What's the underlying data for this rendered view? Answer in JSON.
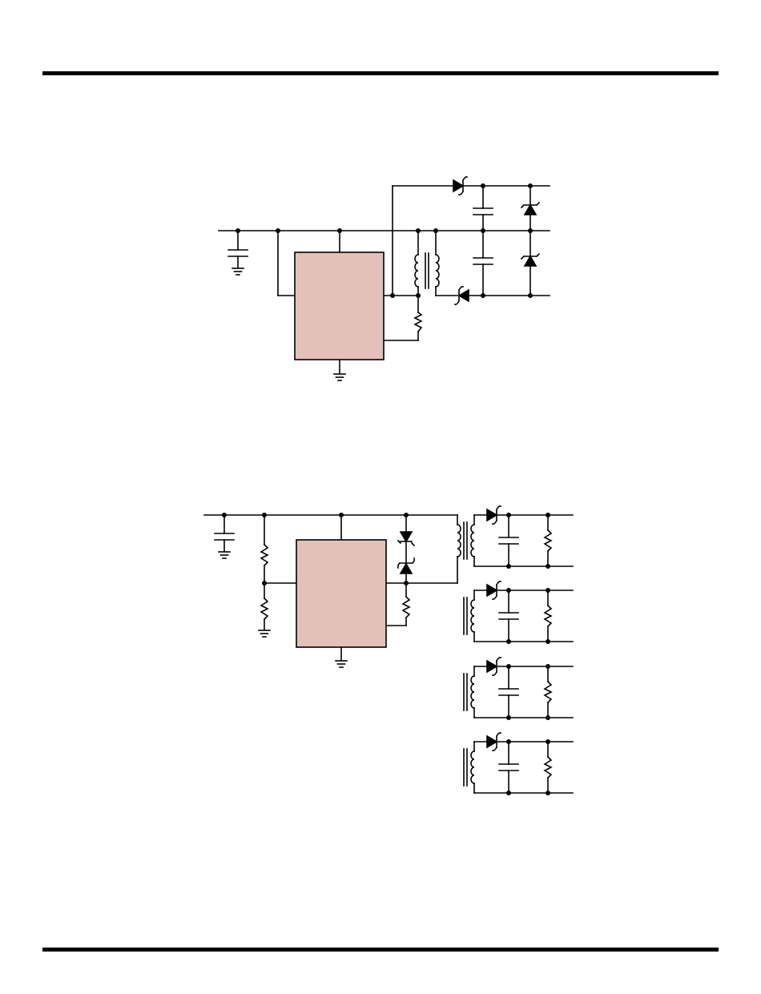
{
  "colors": {
    "ic_fill": "#e3c0b8",
    "ic_stroke": "#000000",
    "wire": "#000000",
    "page": "#ffffff"
  },
  "diagrams": [
    {
      "id": "circuit-1",
      "ic_label": "",
      "outputs": 2
    },
    {
      "id": "circuit-2",
      "ic_label": "",
      "outputs": 4
    }
  ]
}
